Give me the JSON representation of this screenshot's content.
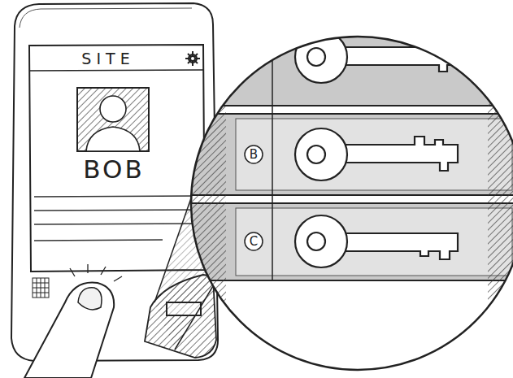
{
  "diagram": {
    "nodes": [
      {
        "text": [
          "SITE"
        ]
      },
      {
        "text": [
          "B"
        ]
      },
      {
        "text": [
          "C"
        ]
      }
    ],
    "labels": [
      "BOB"
    ]
  }
}
